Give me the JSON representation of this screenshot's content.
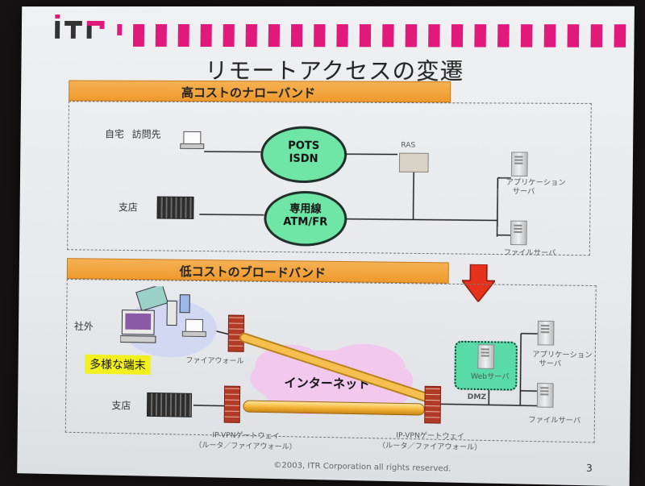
{
  "logo_text": "ITR",
  "title": "リモートアクセスの変遷",
  "band_top": "高コストのナローバンド",
  "band_bottom": "低コストのブロードバンド",
  "top": {
    "home_label": "自宅",
    "visit_label": "訪問先",
    "branch_label": "支店",
    "oval1": [
      "POTS",
      "ISDN"
    ],
    "oval2": [
      "専用線",
      "ATM/FR"
    ],
    "ras_label": "RAS",
    "app_server_label": [
      "アプリケーション",
      "サーバ"
    ],
    "file_server_label": "ファイルサーバ"
  },
  "bottom": {
    "outside_label": "社外",
    "devices_tag": "多様な端末",
    "firewall_label": "ファイアウォール",
    "internet_label": "インターネット",
    "branch_label": "支店",
    "gw_left": [
      "IP-VPNゲートウェイ",
      "（ルータ／ファイアウォール）"
    ],
    "gw_right": [
      "IP-VPNゲートウェイ",
      "（ルータ／ファイアウォール）"
    ],
    "web_label": "Webサーバ",
    "dmz_label": "DMZ",
    "app_server_label": [
      "アプリケーション",
      "サーバ"
    ],
    "file_server_label": "ファイルサーバ"
  },
  "footer": "©2003, ITR Corporation all rights reserved.",
  "page_number": "3",
  "colors": {
    "band": "#f0a23a",
    "oval": "#6fe6a6",
    "stripe": "#e0197a",
    "tag": "#f3f020",
    "arrow": "#e5321c",
    "cloud": "#f2c8ee"
  }
}
